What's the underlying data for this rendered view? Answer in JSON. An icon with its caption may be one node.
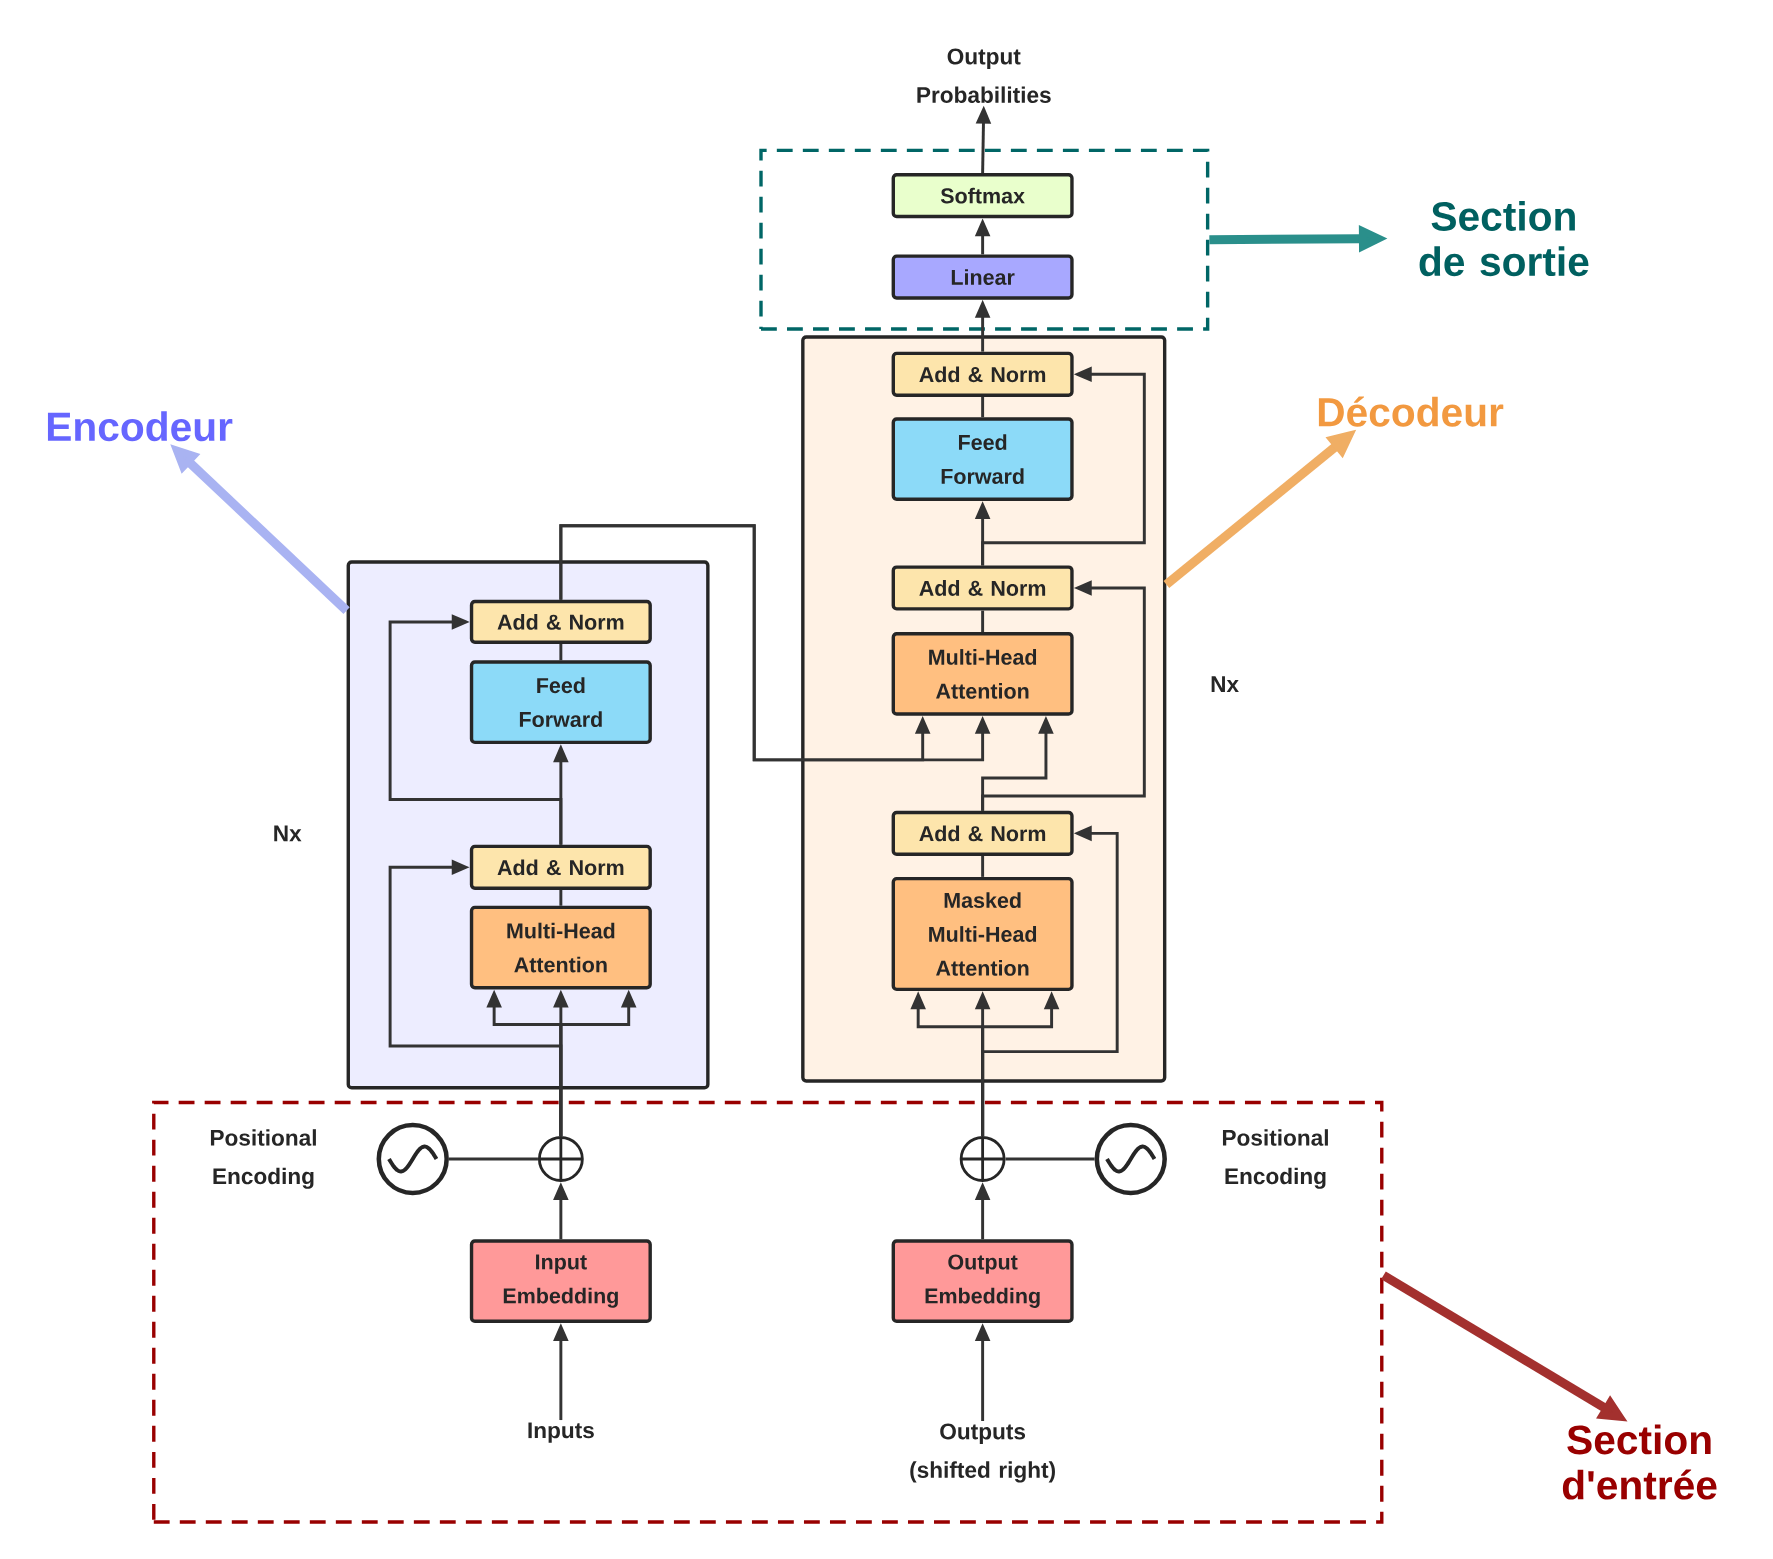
{
  "diagram": {
    "nodes": [
      {
        "text": [
          "Output Probabilities"
        ]
      },
      {
        "text": [],
        "shape": "box"
      },
      {
        "text": [
          "Section de sortie"
        ]
      },
      {
        "text": [
          "Softmax"
        ],
        "in": 1
      },
      {
        "text": [
          "Linear"
        ],
        "in": 1
      },
      {
        "text": [],
        "shape": "box"
      },
      {
        "text": [
          "Add & Norm"
        ],
        "in": 5
      },
      {
        "text": [
          "Feed Forward"
        ],
        "in": 5
      },
      {
        "text": [
          "Add & Norm"
        ],
        "in": 5
      },
      {
        "text": [
          "Multi-Head Attention"
        ],
        "in": 5
      },
      {
        "text": [
          "Add & Norm"
        ],
        "in": 5
      },
      {
        "text": [
          "Masked Multi-Head Attention"
        ],
        "in": 5
      },
      {
        "text": [
          "Décodeur"
        ]
      },
      {
        "text": [
          "Encodeur"
        ]
      },
      {
        "text": [],
        "shape": "box"
      },
      {
        "text": [
          "Add & Norm"
        ],
        "in": 14
      },
      {
        "text": [
          "Feed Forward"
        ],
        "in": 14
      },
      {
        "text": [
          "Add & Norm"
        ],
        "in": 14
      },
      {
        "text": [
          "Multi-Head Attention"
        ],
        "in": 14
      },
      {
        "text": [],
        "shape": "box"
      },
      {
        "text": [
          "Positional Encoding"
        ],
        "in": 19
      },
      {
        "text": [],
        "shape": "circle",
        "in": 19
      },
      {
        "text": [],
        "shape": "circle",
        "in": 19
      },
      {
        "text": [],
        "shape": "circle",
        "in": 19
      },
      {
        "text": [],
        "shape": "circle",
        "in": 19
      },
      {
        "text": [
          "Positional Encoding"
        ],
        "in": 19
      },
      {
        "text": [
          "Input Embedding"
        ],
        "in": 19
      },
      {
        "text": [
          "Output Embedding"
        ],
        "in": 19
      },
      {
        "text": [
          "Inputs"
        ],
        "in": 19
      },
      {
        "text": [
          "Outputs (shifted right)"
        ],
        "in": 19
      },
      {
        "text": [
          "Section d'entrée"
        ]
      }
    ],
    "edges": [
      {
        "from": 4,
        "to": 3,
        "arrow": "to"
      },
      {
        "from": 3,
        "to": 0,
        "arrow": "to"
      },
      {
        "from": 6,
        "to": 4,
        "arrow": "to"
      },
      {
        "from": 7,
        "to": 6,
        "arrow": "none"
      },
      {
        "from": 8,
        "to": 7,
        "arrow": "to"
      },
      {
        "from": 8,
        "to": 6,
        "arrow": "to"
      },
      {
        "from": 9,
        "to": 8,
        "arrow": "none"
      },
      {
        "from": 15,
        "to": 9,
        "arrow": "to"
      },
      {
        "from": 15,
        "to": 9,
        "arrow": "to"
      },
      {
        "from": 10,
        "to": 9,
        "arrow": "to"
      },
      {
        "from": 10,
        "to": 8,
        "arrow": "to"
      },
      {
        "from": 11,
        "to": 10,
        "arrow": "none"
      },
      {
        "from": 23,
        "to": 11,
        "arrow": "to"
      },
      {
        "from": 23,
        "to": 11,
        "arrow": "to"
      },
      {
        "from": 23,
        "to": 11,
        "arrow": "to"
      },
      {
        "from": 23,
        "to": 10,
        "arrow": "to"
      },
      {
        "from": 24,
        "to": 23,
        "arrow": "none"
      },
      {
        "from": 27,
        "to": 23,
        "arrow": "to"
      },
      {
        "from": 29,
        "to": 27,
        "arrow": "to"
      },
      {
        "from": 16,
        "to": 15,
        "arrow": "none"
      },
      {
        "from": 17,
        "to": 16,
        "arrow": "to"
      },
      {
        "from": 17,
        "to": 15,
        "arrow": "to"
      },
      {
        "from": 18,
        "to": 17,
        "arrow": "none"
      },
      {
        "from": 22,
        "to": 18,
        "arrow": "to"
      },
      {
        "from": 22,
        "to": 18,
        "arrow": "to"
      },
      {
        "from": 22,
        "to": 18,
        "arrow": "to"
      },
      {
        "from": 22,
        "to": 17,
        "arrow": "to"
      },
      {
        "from": 21,
        "to": 22,
        "arrow": "none"
      },
      {
        "from": 26,
        "to": 22,
        "arrow": "to"
      },
      {
        "from": 28,
        "to": 26,
        "arrow": "to"
      },
      {
        "from": 1,
        "to": 2,
        "arrow": "to",
        "style": "thick",
        "color": "#2a8f8b"
      },
      {
        "from": 5,
        "to": 12,
        "arrow": "to",
        "style": "thick",
        "color": "#f0ae64"
      },
      {
        "from": 14,
        "to": 13,
        "arrow": "to",
        "style": "thick",
        "color": "#a9b3f2"
      },
      {
        "from": 19,
        "to": 30,
        "arrow": "to",
        "style": "thick",
        "color": "#a3302e"
      }
    ],
    "labels": [
      "Nx",
      "Nx"
    ]
  }
}
